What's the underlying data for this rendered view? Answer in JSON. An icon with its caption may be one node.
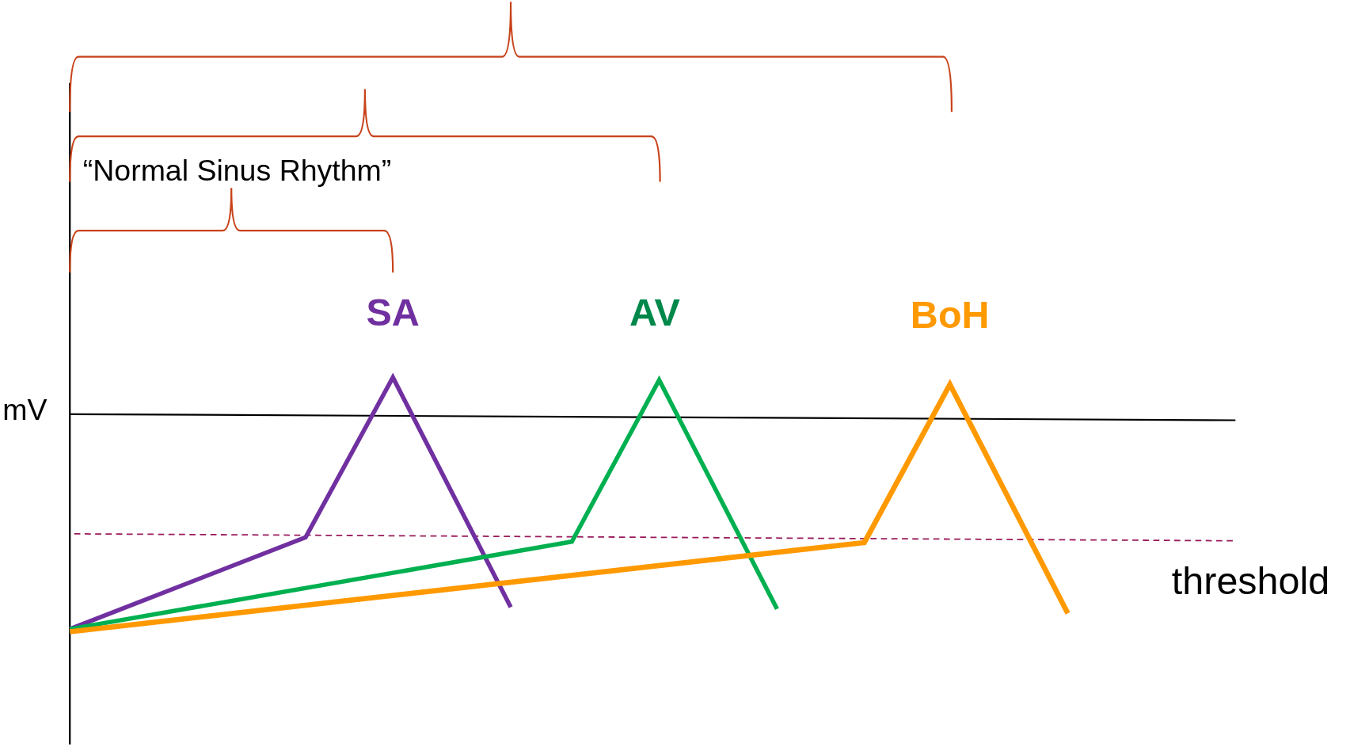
{
  "diagram": {
    "labels": [
      "“Normal Sinus Rhythm”",
      "SA",
      "AV",
      "BoH",
      "mV",
      "threshold"
    ]
  }
}
